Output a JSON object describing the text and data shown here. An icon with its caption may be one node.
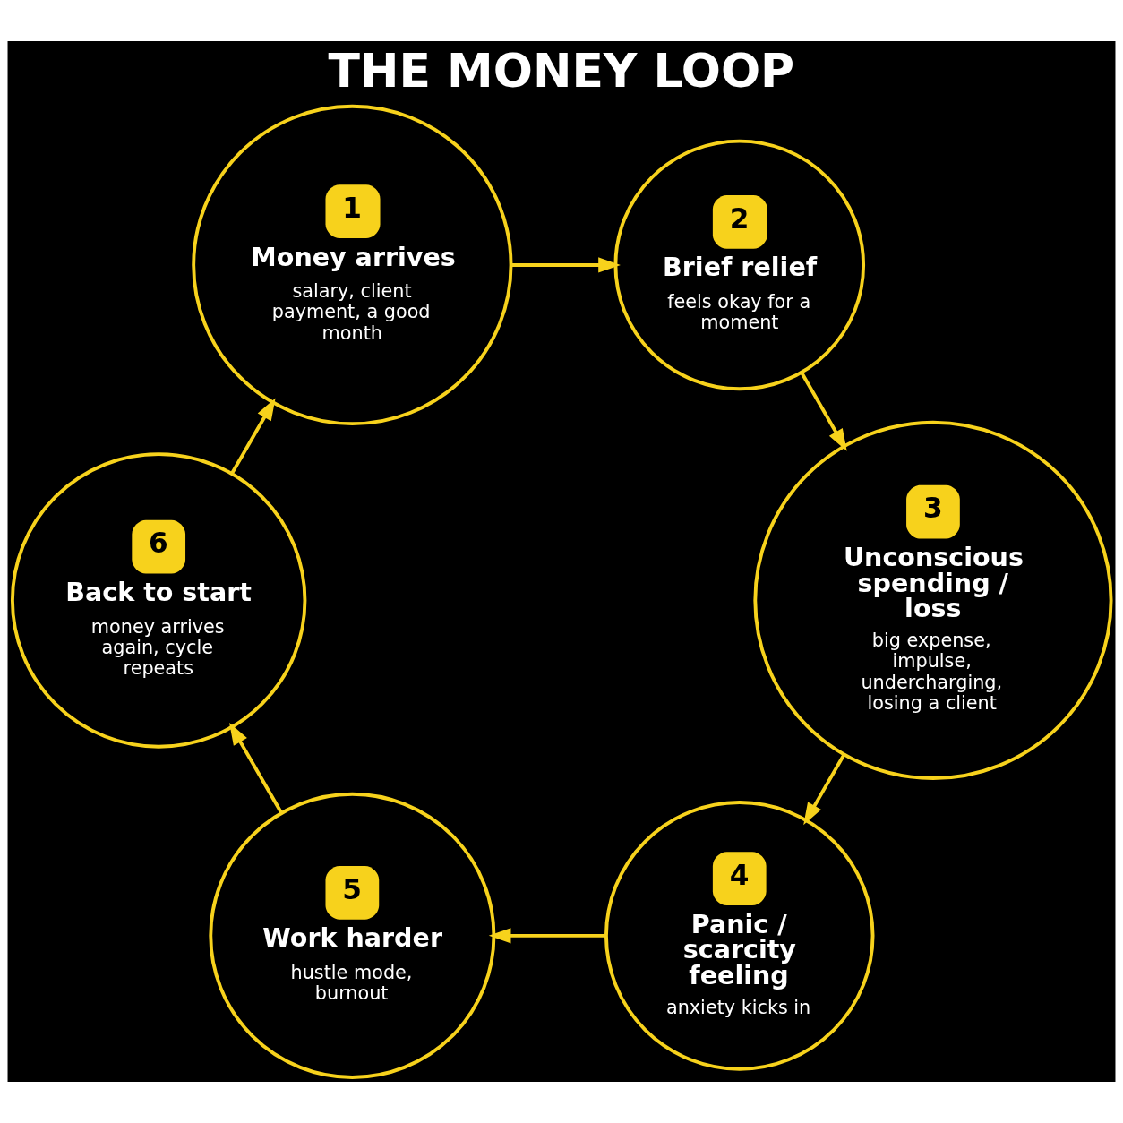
{
  "diagram": {
    "title": "THE MONEY LOOP",
    "nodes": [
      {
        "text": [
          "1",
          "Money arrives",
          "salary, client payment, a good month"
        ]
      },
      {
        "text": [
          "2",
          "Brief relief",
          "feels okay for a moment"
        ]
      },
      {
        "text": [
          "3",
          "Unconscious spending / loss",
          "big expense, impulse, undercharging, losing a client"
        ]
      },
      {
        "text": [
          "4",
          "Panic / scarcity feeling",
          "anxiety kicks in"
        ]
      },
      {
        "text": [
          "5",
          "Work harder",
          "hustle mode, burnout"
        ]
      },
      {
        "text": [
          "6",
          "Back to start",
          "money arrives again, cycle repeats"
        ]
      }
    ],
    "edges": [
      {
        "from": 0,
        "to": 1,
        "arrow": "to"
      },
      {
        "from": 1,
        "to": 2,
        "arrow": "to"
      },
      {
        "from": 2,
        "to": 3,
        "arrow": "to"
      },
      {
        "from": 3,
        "to": 4,
        "arrow": "to"
      },
      {
        "from": 4,
        "to": 5,
        "arrow": "to"
      },
      {
        "from": 5,
        "to": 0,
        "arrow": "to"
      }
    ]
  }
}
